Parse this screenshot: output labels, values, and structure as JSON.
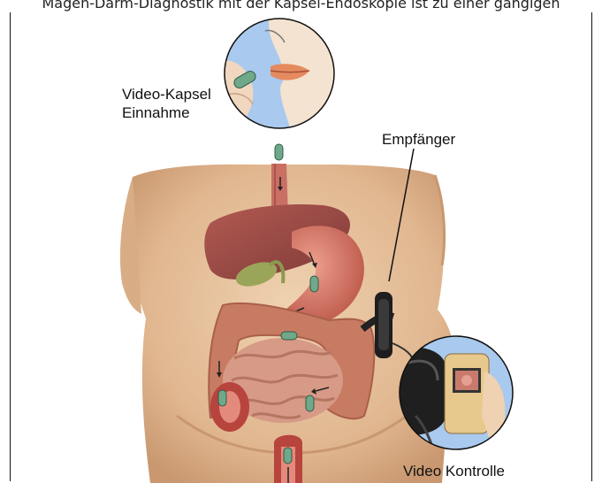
{
  "header_text": "Magen-Darm-Diagnostik mit der Kapsel-Endoskopie ist zu einer gängigen",
  "labels": {
    "capsule_line1": "Video-Kapsel",
    "capsule_line2": "Einnahme",
    "receiver": "Empfänger",
    "video_control": "Video Kontrolle"
  },
  "colors": {
    "skin": "#e3bd98",
    "skin_shadow": "#c99870",
    "liver": "#9b4b46",
    "stomach": "#d77a6c",
    "intestine": "#d79a86",
    "colon": "#c77b63",
    "capsule": "#6fa98a",
    "circle_bg": "#a9c9ee",
    "recorder": "#1e1e1e",
    "device": "#e8c98d"
  }
}
